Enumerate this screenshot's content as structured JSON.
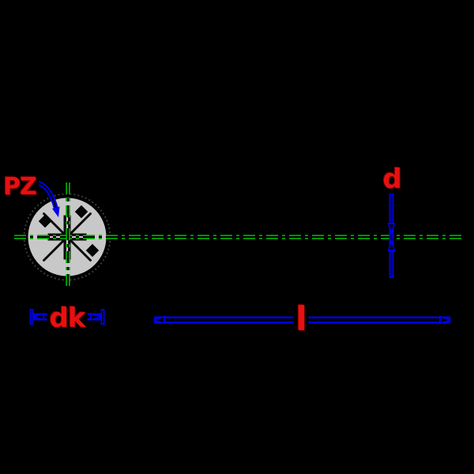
{
  "labels": {
    "recess": "PZ",
    "head_diameter": "dk",
    "length": "l",
    "shaft_diameter": "d"
  },
  "colors": {
    "background": "#000000",
    "dimension_line": "#0000ee",
    "label_text": "#e81010",
    "centerline": "#00a800",
    "head_fill": "#c8c8c8",
    "recess_line": "#0a0a0a"
  }
}
